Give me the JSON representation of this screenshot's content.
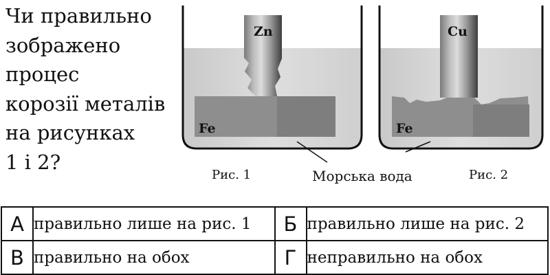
{
  "question": {
    "lines": [
      "Чи правильно",
      "зображено",
      "процес",
      "корозії металів",
      "на рисунках",
      "1 і 2?"
    ]
  },
  "figure1": {
    "rod_label": "Zn",
    "plate_label": "Fe",
    "caption": "Рис. 1"
  },
  "figure2": {
    "rod_label": "Cu",
    "plate_label": "Fe",
    "caption": "Рис. 2"
  },
  "water_label": "Морська вода",
  "options": [
    {
      "letter": "А",
      "text": "правильно лише на рис. 1"
    },
    {
      "letter": "Б",
      "text": "правильно лише на рис. 2"
    },
    {
      "letter": "В",
      "text": "правильно на обох"
    },
    {
      "letter": "Г",
      "text": "неправильно на обох"
    }
  ]
}
